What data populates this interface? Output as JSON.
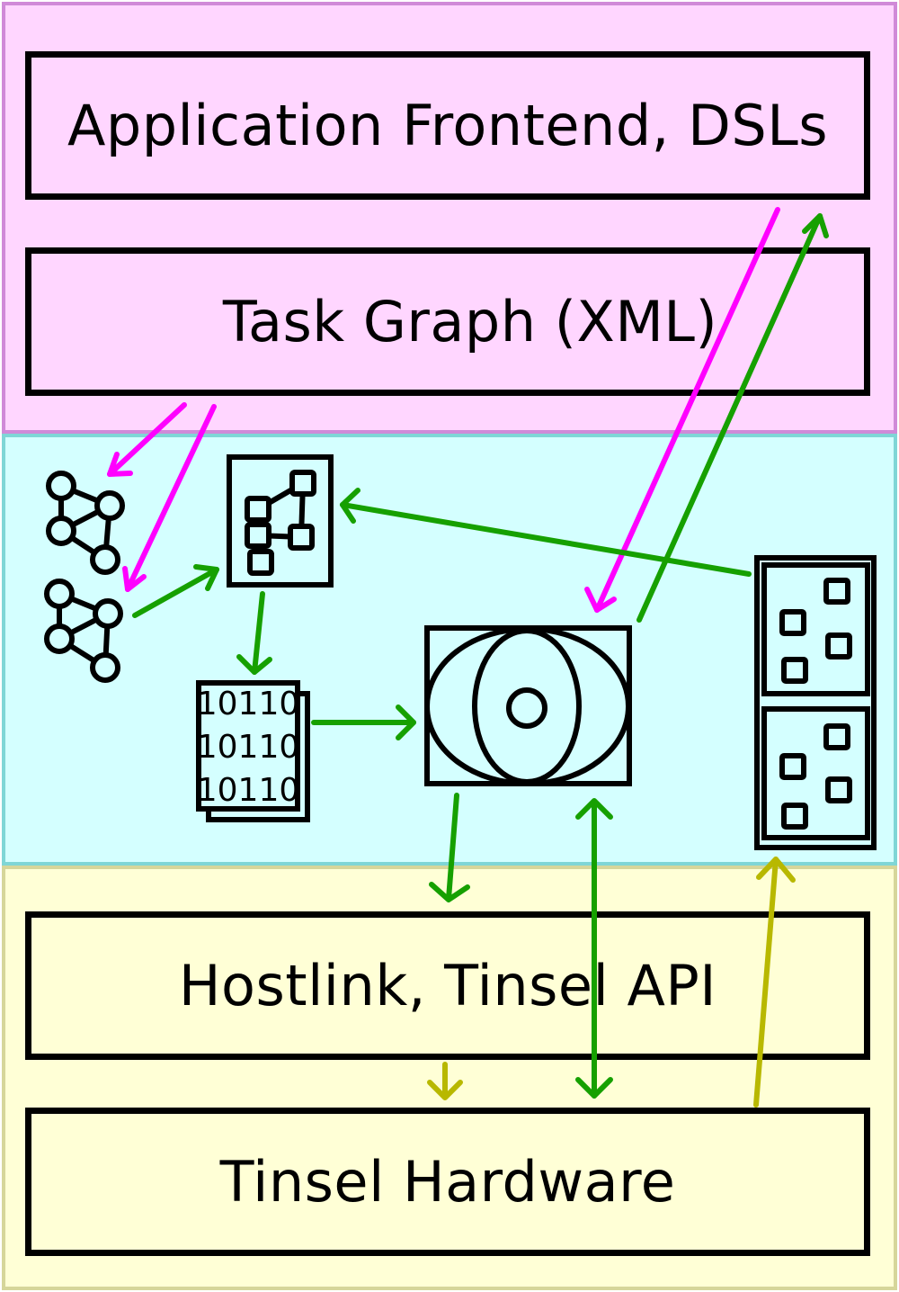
{
  "layers": {
    "frontend": {
      "color": "#ffd6ff",
      "border": "#d08ad8",
      "app_label": "Application Frontend, DSLs",
      "taskgraph_label": "Task Graph (XML)"
    },
    "middle": {
      "color": "#d4ffff",
      "border": "#7fd6d6"
    },
    "hardware": {
      "color": "#ffffd6",
      "border": "#d6d69a",
      "hostlink_label": "Hostlink, Tinsel API",
      "hardware_label": "Tinsel Hardware"
    }
  },
  "binary": {
    "lines": [
      "10110",
      "10110",
      "10110"
    ]
  },
  "arrow_colors": {
    "magenta": "#ff00ff",
    "green": "#16a000",
    "olive": "#b8b800"
  },
  "icons": [
    "graph-icon",
    "mapped-graph-icon",
    "binary-file-icon",
    "disk-icon",
    "board-icon"
  ]
}
